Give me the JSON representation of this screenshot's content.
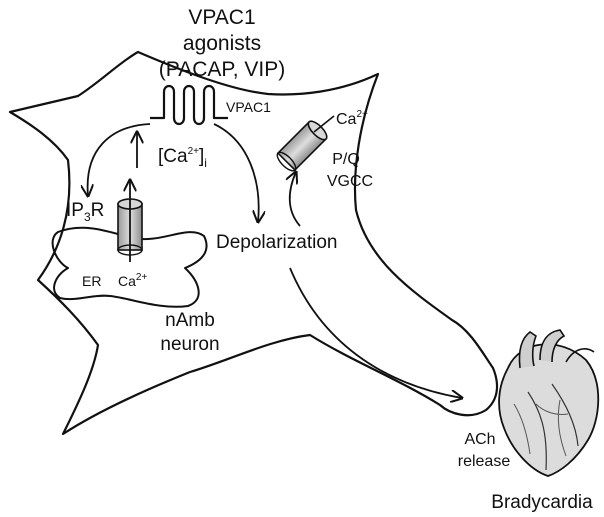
{
  "labels": {
    "agonist_title": "VPAC1",
    "agonist_word": "agonists",
    "agonist_examples": "(PACAP, VIP)",
    "receptor": "VPAC1",
    "ca_i_main": "[Ca",
    "ca_i_sup": "2+",
    "ca_i_close": "]",
    "ca_i_sub": "i",
    "ip3r_main": "IP",
    "ip3r_sub": "3",
    "ip3r_tail": "R",
    "er": "ER",
    "ca_er_main": "Ca",
    "ca_er_sup": "2+",
    "ca_vgcc_main": "Ca",
    "ca_vgcc_sup": "2+",
    "vgcc_line1": "P/Q",
    "vgcc_line2": "VGCC",
    "depolarization": "Depolarization",
    "neuron_line1": "nAmb",
    "neuron_line2": "neuron",
    "ach_line1": "ACh",
    "ach_line2": "release",
    "outcome": "Bradycardia"
  },
  "colors": {
    "stroke": "#111111",
    "channel_fill": "#c8c8c8",
    "heart_fill": "#dcdcdc"
  },
  "icons": {
    "heart": "anatomical-heart-illustration",
    "receptor": "seven-transmembrane-receptor",
    "channel": "ion-channel-cylinder"
  }
}
